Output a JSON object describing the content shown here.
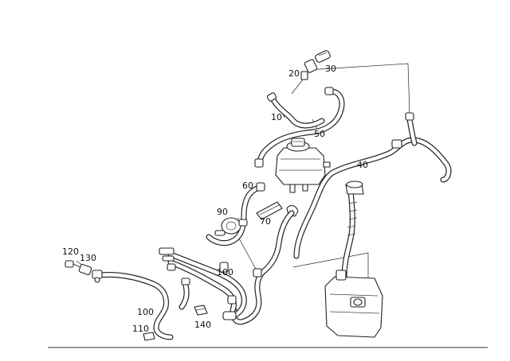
{
  "diagram": {
    "labels": {
      "l10": "10",
      "l20": "20",
      "l30": "30",
      "l40": "40",
      "l50": "50",
      "l60": "60",
      "l70": "70",
      "l90": "90",
      "l100a": "100",
      "l100b": "100",
      "l110": "110",
      "l120": "120",
      "l130": "130",
      "l140": "140"
    }
  }
}
